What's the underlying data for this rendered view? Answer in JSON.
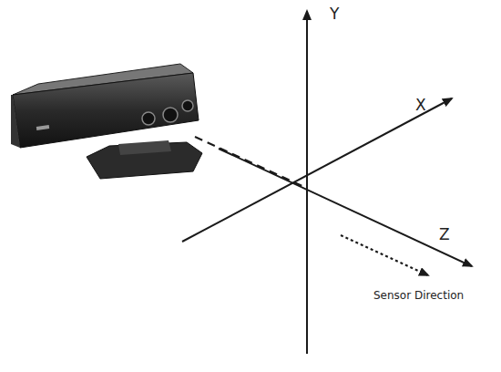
{
  "diagram": {
    "labels": [
      "Y",
      "X",
      "Z",
      "Sensor Direction"
    ]
  }
}
